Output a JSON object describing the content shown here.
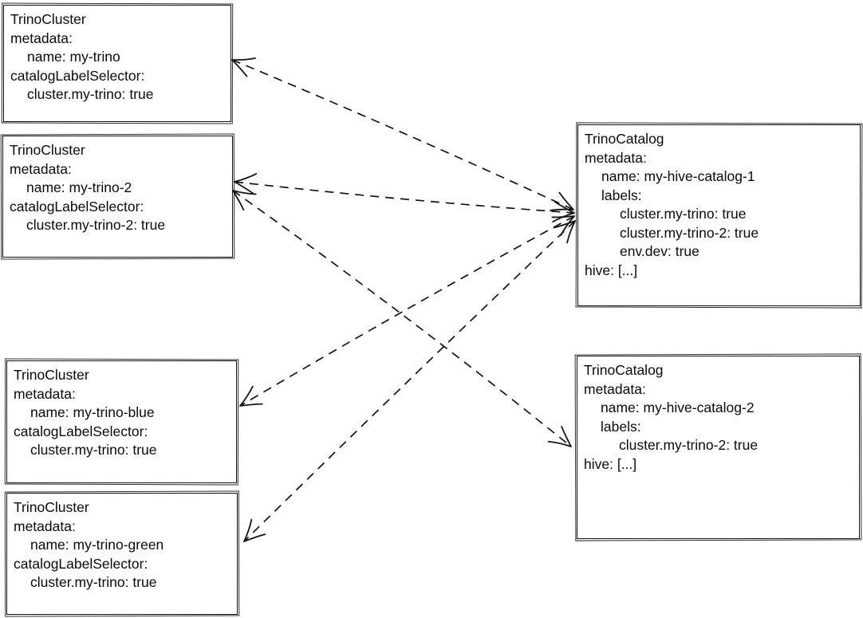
{
  "canvas": {
    "background": "#ffffff",
    "stroke_color": "#141414"
  },
  "nodes": [
    {
      "id": "trino-cluster-my-trino",
      "lines": [
        "TrinoCluster",
        "metadata:",
        "name: my-trino",
        "catalogLabelSelector:",
        "cluster.my-trino: true"
      ]
    },
    {
      "id": "trino-cluster-my-trino-2",
      "lines": [
        "TrinoCluster",
        "metadata:",
        "name: my-trino-2",
        "catalogLabelSelector:",
        "cluster.my-trino-2: true"
      ]
    },
    {
      "id": "trino-cluster-my-trino-blue",
      "lines": [
        "TrinoCluster",
        "metadata:",
        "name: my-trino-blue",
        "catalogLabelSelector:",
        "cluster.my-trino: true"
      ]
    },
    {
      "id": "trino-cluster-my-trino-green",
      "lines": [
        "TrinoCluster",
        "metadata:",
        "name: my-trino-green",
        "catalogLabelSelector:",
        "cluster.my-trino: true"
      ]
    },
    {
      "id": "trino-catalog-my-hive-catalog-1",
      "lines": [
        "TrinoCatalog",
        "metadata:",
        "name: my-hive-catalog-1",
        "labels:",
        "cluster.my-trino: true",
        "cluster.my-trino-2: true",
        "env.dev: true",
        "hive: [...]"
      ]
    },
    {
      "id": "trino-catalog-my-hive-catalog-2",
      "lines": [
        "TrinoCatalog",
        "metadata:",
        "name: my-hive-catalog-2",
        "labels:",
        "cluster.my-trino-2: true",
        "hive: [...]"
      ]
    }
  ],
  "edges": [
    {
      "from": "my-hive-catalog-1",
      "to": "my-trino",
      "style": "dashed",
      "bidirectional": true
    },
    {
      "from": "my-hive-catalog-1",
      "to": "my-trino-2",
      "style": "dashed",
      "bidirectional": true
    },
    {
      "from": "my-hive-catalog-1",
      "to": "my-trino-blue",
      "style": "dashed",
      "bidirectional": true
    },
    {
      "from": "my-hive-catalog-1",
      "to": "my-trino-green",
      "style": "dashed",
      "bidirectional": true
    },
    {
      "from": "my-trino-2",
      "to": "my-hive-catalog-2",
      "style": "dashed",
      "bidirectional": true
    }
  ]
}
